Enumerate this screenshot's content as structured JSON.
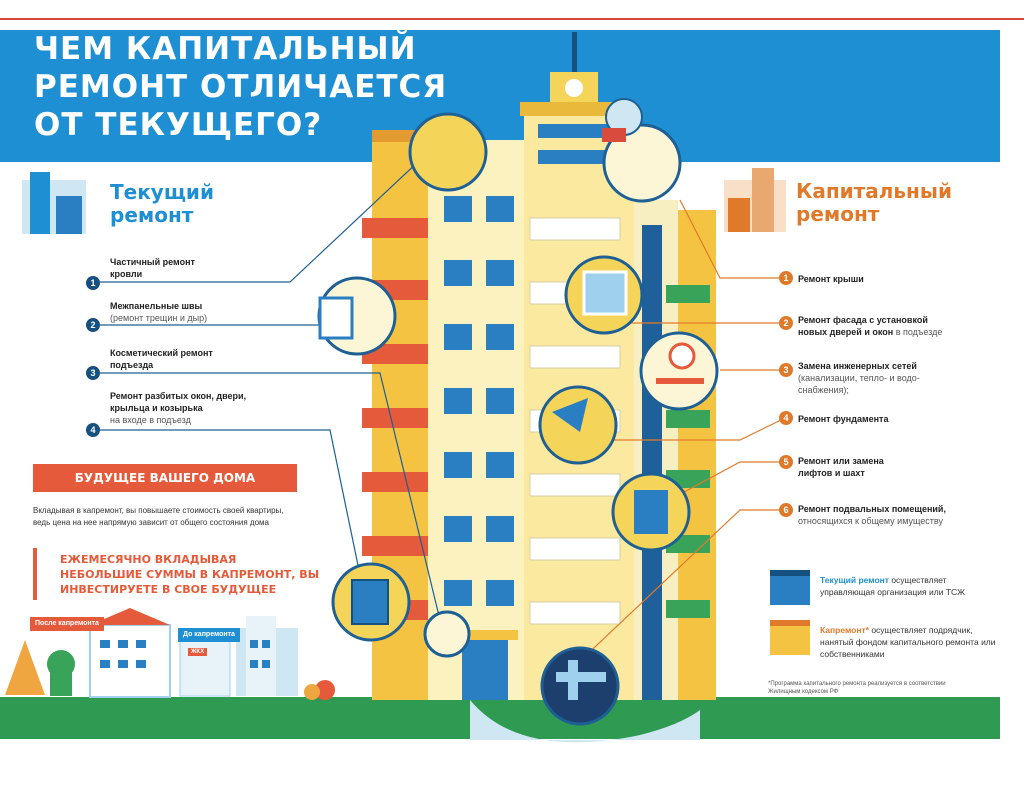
{
  "header": {
    "title_lines": [
      "ЧЕМ КАПИТАЛЬНЫЙ",
      "РЕМОНТ ОТЛИЧАЕТСЯ",
      "ОТ ТЕКУЩЕГО?"
    ]
  },
  "current": {
    "title_lines": [
      "Текущий",
      "ремонт"
    ],
    "items": [
      {
        "number": "1",
        "bold": "Частичный ремонт кровли",
        "sub": ""
      },
      {
        "number": "2",
        "bold": "Межпанельные швы",
        "sub": "(ремонт трещин и дыр)"
      },
      {
        "number": "3",
        "bold": "Косметический ремонт подъезда",
        "sub": ""
      },
      {
        "number": "4",
        "bold": "Ремонт разбитых окон, двери, крыльца и козырька",
        "sub": "на входе в подъезд"
      }
    ]
  },
  "capital": {
    "title_lines": [
      "Капитальный",
      "ремонт"
    ],
    "items": [
      {
        "number": "1",
        "bold": "Ремонт крыши",
        "sub": ""
      },
      {
        "number": "2",
        "bold": "Ремонт фасада с установкой новых дверей и окон",
        "sub": "в подъезде"
      },
      {
        "number": "3",
        "bold": "Замена инженерных сетей",
        "sub": "(канализации, тепло- и водо-снабжения);"
      },
      {
        "number": "4",
        "bold": "Ремонт фундамента",
        "sub": ""
      },
      {
        "number": "5",
        "bold": "Ремонт или замена лифтов и шахт",
        "sub": ""
      },
      {
        "number": "6",
        "bold": "Ремонт подвальных помещений,",
        "sub": "относящихся к общему имуществу"
      }
    ]
  },
  "future": {
    "label": "БУДУЩЕЕ ВАШЕГО ДОМА",
    "text": "Вкладывая в капремонт, вы повышаете стоимость своей квартиры, ведь цена на нее напрямую зависит от общего состояния дома",
    "invest": "ЕЖЕМЕСЯЧНО ВКЛАДЫВАЯ НЕБОЛЬШИЕ СУММЫ В КАПРЕМОНТ, ВЫ ИНВЕСТИРУЕТЕ В СВОЕ БУДУЩЕЕ",
    "after_label": "После капремонта",
    "before_label": "До капремонта",
    "zhkh_sign": "ЖКХ"
  },
  "legend": {
    "current_bold": "Текущий ремонт",
    "current_text": "осуществляет управляющая организация или ТСЖ",
    "capital_bold": "Капремонт*",
    "capital_text": "осуществляет подрядчик, нанятый фондом капитального ремонта или собственниками",
    "footnote": "*Программа капитального ремонта реализуется в соответствии Жилищным кодексом РФ"
  },
  "colors": {
    "header_blue": "#1e8fd3",
    "accent_orange": "#e07a2a",
    "accent_red": "#e55a3a",
    "dark_blue": "#16507f",
    "ground_green": "#2e9a52"
  }
}
